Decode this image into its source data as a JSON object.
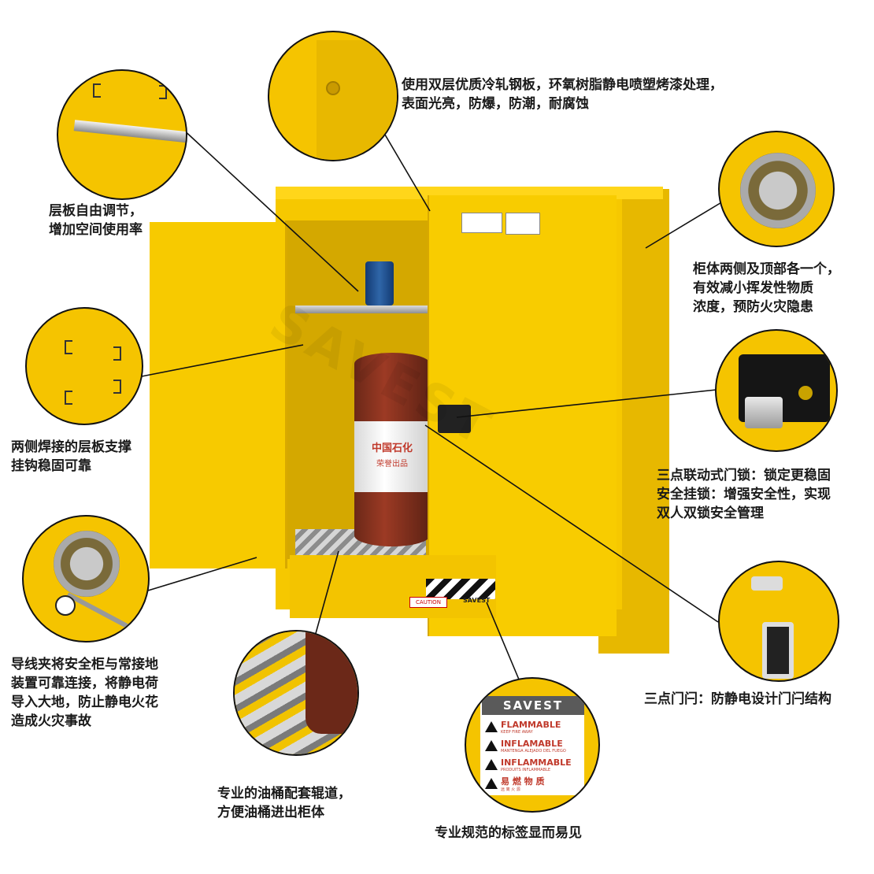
{
  "captions": {
    "top_center": [
      "使用双层优质冷轧钢板，环氧树脂静电喷塑烤漆处理，",
      "表面光亮，防爆，防潮，耐腐蚀"
    ],
    "left_shelf": [
      "层板自由调节，",
      "增加空间使用率"
    ],
    "right_vent": [
      "柜体两侧及顶部各一个，",
      "有效减小挥发性物质",
      "浓度，预防火灾隐患"
    ],
    "left_hooks": [
      "两侧焊接的层板支撑",
      "挂钩稳固可靠"
    ],
    "right_lock": [
      "三点联动式门锁：锁定更稳固",
      "安全挂锁：增强安全性，实现",
      "双人双锁安全管理"
    ],
    "left_ground": [
      "导线夹将安全柜与常接地",
      "装置可靠连接，将静电荷",
      "导入大地，防止静电火花",
      "造成火灾事故"
    ],
    "right_latch": [
      "三点门闩：防静电设计门闩结构"
    ],
    "bottom_rollers": [
      "专业的油桶配套辊道，",
      "方便油桶进出柜体"
    ],
    "bottom_label": [
      "专业规范的标签显而易见"
    ]
  },
  "product": {
    "drum_text": "中国石化",
    "drum_subtext": "荣誉出品",
    "watermark": "SAVEST",
    "caution_label": "CAUTION",
    "base_brand": "SAVEST"
  },
  "label_card": {
    "brand": "SAVEST",
    "rows": [
      {
        "text": "FLAMMABLE",
        "sub": "KEEP FIRE AWAY"
      },
      {
        "text": "INFLAMABLE",
        "sub": "MANTENGA ALEJADO DEL FUEGO"
      },
      {
        "text": "INFLAMMABLE",
        "sub": "PRODUITS INFLAMMABLE"
      },
      {
        "text": "易 燃 物 质",
        "sub": "远 离 火 源"
      }
    ]
  },
  "colors": {
    "cabinet_yellow": "#f6c800",
    "drum_red": "#8a3320",
    "line_black": "#111111",
    "label_red": "#c0392b"
  },
  "icons": [
    "vent-icon",
    "lock-icon",
    "latch-icon",
    "ground-clip-icon",
    "roller-icon",
    "hazard-label-icon"
  ]
}
